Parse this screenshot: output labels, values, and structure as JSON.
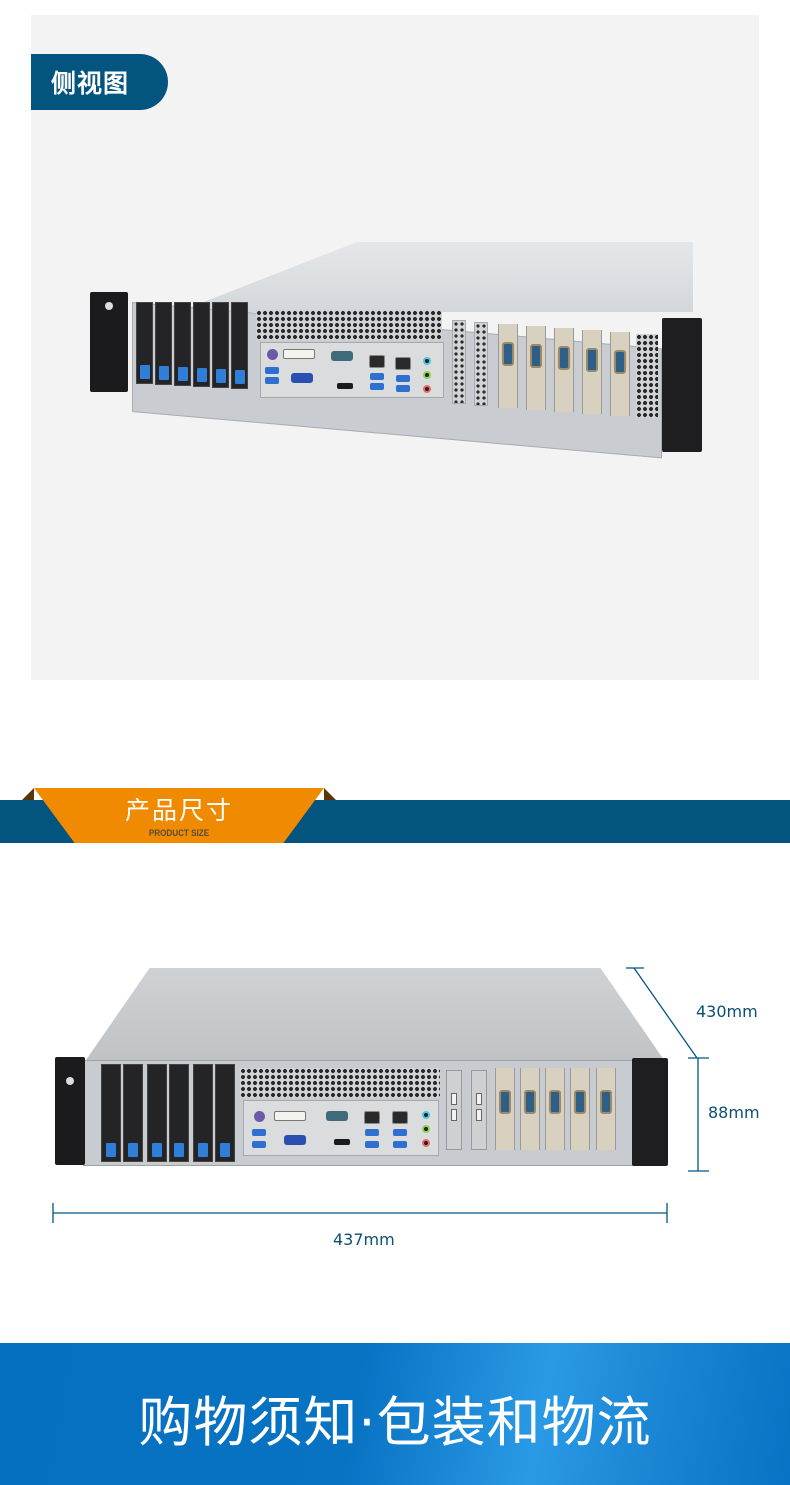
{
  "side_view": {
    "tag_label": "侧视图",
    "panel_bg": "#f3f3f3",
    "tag_color": "#03557f"
  },
  "product_size": {
    "title": "产品尺寸",
    "subtitle": "PRODUCT SIZE",
    "band_color": "#03557f",
    "tab_color": "#f08a00",
    "dimensions": {
      "depth": "430mm",
      "height": "88mm",
      "width": "437mm"
    }
  },
  "server": {
    "drive_bays": 6,
    "expansion_slots_com": 5,
    "expansion_slots_usb": 2,
    "latch_color": "#2f7fd8"
  },
  "footer_banner": {
    "title": "购物须知·包装和物流",
    "color": "#0872c3"
  }
}
